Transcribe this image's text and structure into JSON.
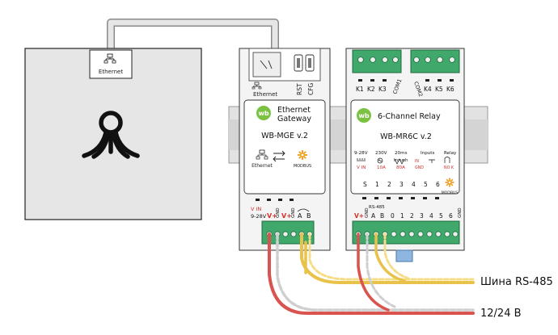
{
  "colors": {
    "accent_green": "#7cc242",
    "terminal_green": "#3fa86a",
    "red_text": "#d0312d",
    "orange_text": "#e88a1a",
    "rs485_wire": "#e8c24a",
    "power_wire": "#d9534f"
  },
  "controller": {
    "port_label": "Ethernet",
    "logo_icon": "octopus-icon"
  },
  "gateway": {
    "top_labels": {
      "ethernet": "Ethernet",
      "rst": "RST",
      "cfg": "CFG"
    },
    "badge": "wb",
    "title_line1": "Ethernet",
    "title_line2": "Gateway",
    "model": "WB-MGE v.2",
    "ethernet_caption": "Ethernet",
    "modbus_caption": "MODBUS",
    "term_vin_label": "V IN",
    "term_voltage": "9-28V",
    "terminals": [
      "V+",
      "GND",
      "V+",
      "GND",
      "A",
      "B"
    ]
  },
  "relay": {
    "top_contacts": [
      "K1",
      "K2",
      "K3",
      "COM1",
      "COM2",
      "K4",
      "K5",
      "K6"
    ],
    "badge": "wb",
    "title": "6-Channel Relay",
    "model": "WB-MR6C v.2",
    "spec_voltage": "9-28V",
    "spec_vin": "V IN",
    "spec_230": "230V",
    "spec_10a": "10A",
    "spec_20ms": "20ms",
    "spec_inrush": "Inrush",
    "spec_80a": "80A",
    "spec_inputs": "Inputs",
    "spec_in": "IN",
    "spec_gnd": "GND",
    "spec_relay": "Relay",
    "spec_nok": "NO K",
    "channel_labels": [
      "S",
      "1",
      "2",
      "3",
      "4",
      "5",
      "6"
    ],
    "modbus_caption": "MODBUS",
    "bottom_rs485": "RS-485",
    "bottom_terminals": [
      "V+",
      "GND",
      "A",
      "B",
      "0",
      "1",
      "2",
      "3",
      "4",
      "5",
      "6",
      "GND"
    ]
  },
  "labels": {
    "bus": "Шина RS-485",
    "power": "12/24 В"
  }
}
